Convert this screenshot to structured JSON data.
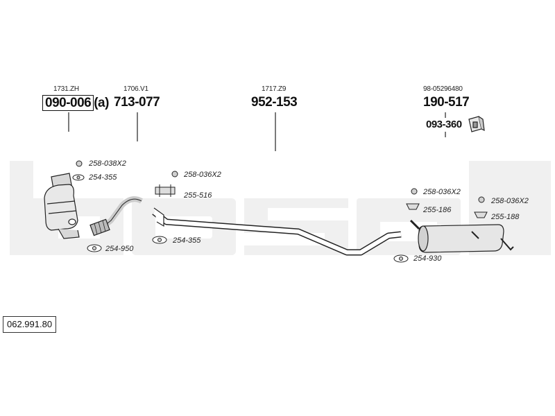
{
  "watermark": "bosal",
  "catalog_number": "062.991.80",
  "groups": [
    {
      "ref": "1731.ZH",
      "part": "090-006",
      "suffix": "(a)"
    },
    {
      "ref": "1706.V1",
      "part": "713-077"
    },
    {
      "ref": "1717.Z9",
      "part": "952-153"
    },
    {
      "ref": "98-05296480",
      "part": "190-517",
      "extra_part": "093-360"
    }
  ],
  "small_parts": [
    "258-038X2",
    "254-355",
    "254-950",
    "258-036X2",
    "255-516",
    "254-355",
    "258-036X2",
    "255-186",
    "258-036X2",
    "255-188",
    "254-930"
  ]
}
